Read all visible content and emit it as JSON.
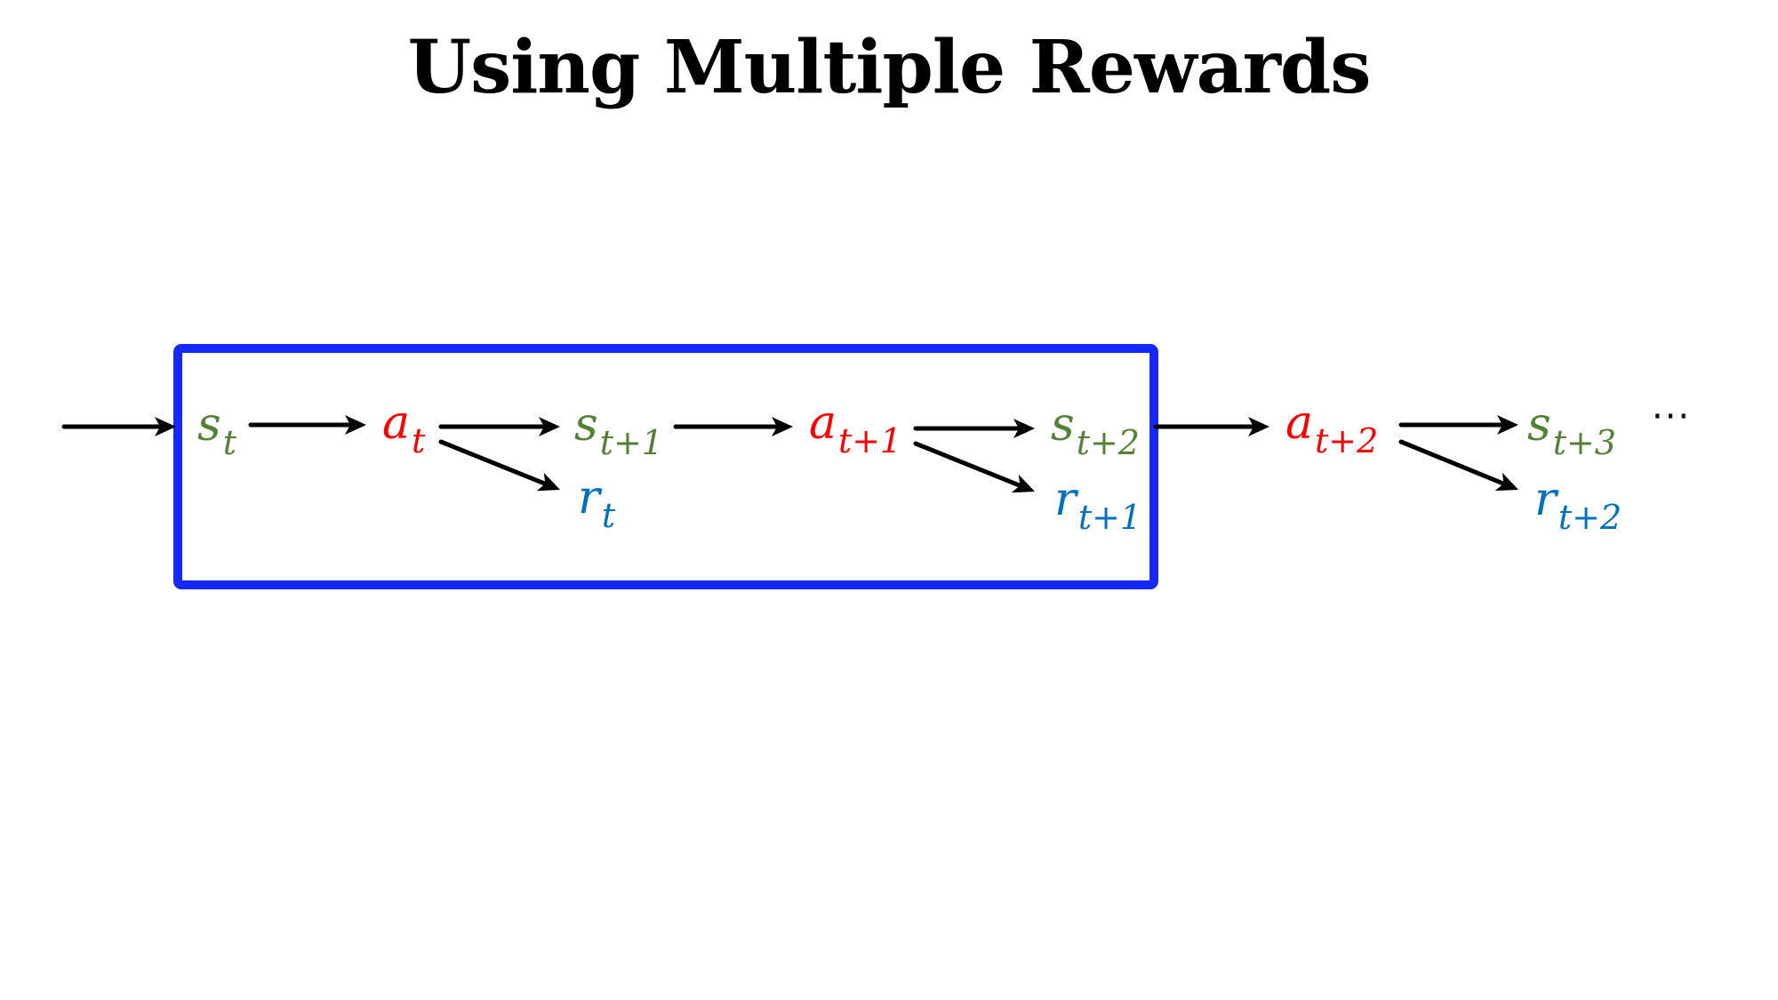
{
  "title": "Using Multiple Rewards",
  "colors": {
    "state": "#548235",
    "action": "#ff0000",
    "reward": "#0070c0",
    "box": "#1428ff",
    "arrow": "#000000"
  },
  "nodes": {
    "s_t": {
      "base": "s",
      "sub": "t"
    },
    "a_t": {
      "base": "a",
      "sub": "t"
    },
    "s_t1": {
      "base": "s",
      "sub": "t+1"
    },
    "r_t": {
      "base": "r",
      "sub": "t"
    },
    "a_t1": {
      "base": "a",
      "sub": "t+1"
    },
    "s_t2": {
      "base": "s",
      "sub": "t+2"
    },
    "r_t1": {
      "base": "r",
      "sub": "t+1"
    },
    "a_t2": {
      "base": "a",
      "sub": "t+2"
    },
    "s_t3": {
      "base": "s",
      "sub": "t+3"
    },
    "r_t2": {
      "base": "r",
      "sub": "t+2"
    }
  },
  "ellipsis": "···"
}
